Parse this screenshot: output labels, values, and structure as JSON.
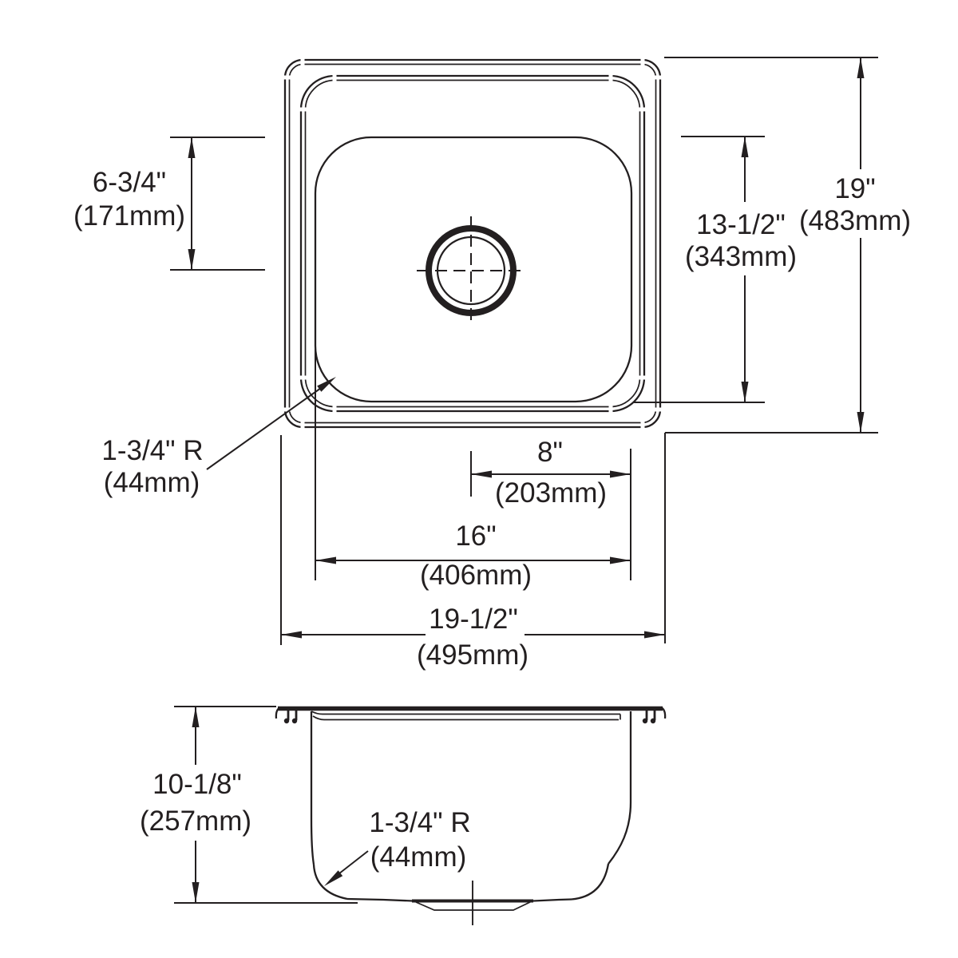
{
  "title": "Single-bowl drop-in sink dimension drawing",
  "colors": {
    "line": "#231f20",
    "background": "#ffffff"
  },
  "top_view": {
    "drain_center_from_bowl_top": {
      "imperial": "6-3/4\"",
      "metric": "(171mm)"
    },
    "bowl_depth": {
      "imperial": "13-1/2\"",
      "metric": "(343mm)"
    },
    "overall_depth": {
      "imperial": "19\"",
      "metric": "(483mm)"
    },
    "drain_offset_right": {
      "imperial": "8\"",
      "metric": "(203mm)"
    },
    "bowl_width": {
      "imperial": "16\"",
      "metric": "(406mm)"
    },
    "overall_width": {
      "imperial": "19-1/2\"",
      "metric": "(495mm)"
    },
    "bowl_corner_radius": {
      "imperial": "1-3/4\" R",
      "metric": "(44mm)"
    }
  },
  "side_view": {
    "bowl_depth": {
      "imperial": "10-1/8\"",
      "metric": "(257mm)"
    },
    "bottom_corner_radius": {
      "imperial": "1-3/4\" R",
      "metric": "(44mm)"
    }
  }
}
